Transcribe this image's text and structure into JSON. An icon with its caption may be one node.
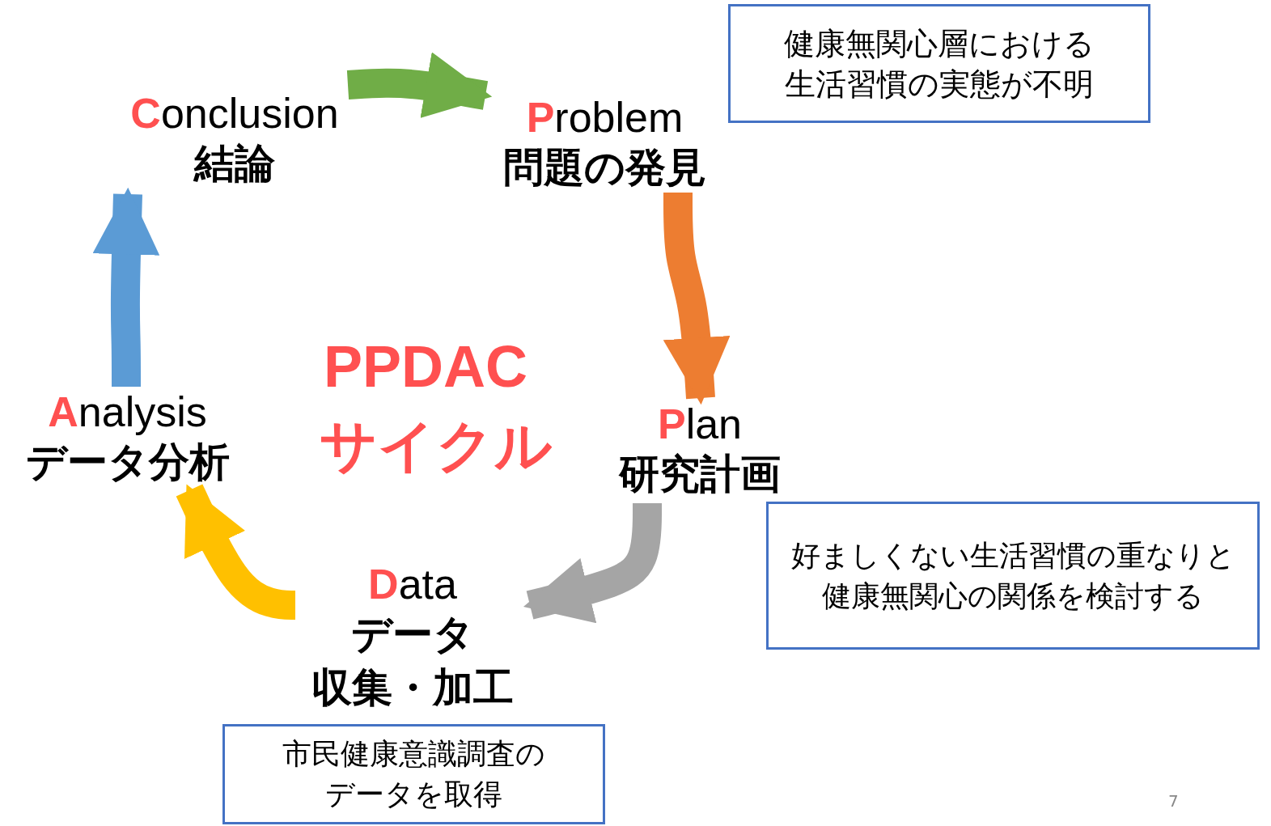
{
  "diagram": {
    "nodes": [
      {
        "text": [
          "Conclusion",
          "結論"
        ]
      },
      {
        "text": [
          "Problem",
          "問題の発見"
        ]
      },
      {
        "text": [
          "Plan",
          "研究計画"
        ]
      },
      {
        "text": [
          "Data",
          "データ",
          "収集・加工"
        ]
      },
      {
        "text": [
          "Analysis",
          "データ分析"
        ]
      },
      {
        "text": [
          "健康無関心層における生活習慣の実態が不明"
        ]
      },
      {
        "text": [
          "好ましくない生活習慣の重なりと健康無関心の関係を検討する"
        ]
      },
      {
        "text": [
          "市民健康意識調査のデータを取得"
        ]
      }
    ],
    "edges": [
      {
        "from": 0,
        "to": 1,
        "arrow": "to",
        "color": "#70ad47"
      },
      {
        "from": 1,
        "to": 2,
        "arrow": "to",
        "color": "#ed7d31"
      },
      {
        "from": 2,
        "to": 3,
        "arrow": "to",
        "color": "#a5a5a5"
      },
      {
        "from": 3,
        "to": 4,
        "arrow": "to",
        "color": "#ffc000"
      },
      {
        "from": 4,
        "to": 0,
        "arrow": "to",
        "color": "#5b9bd5"
      }
    ],
    "labels": [
      "PPDAC",
      "サイクル",
      "7"
    ]
  }
}
